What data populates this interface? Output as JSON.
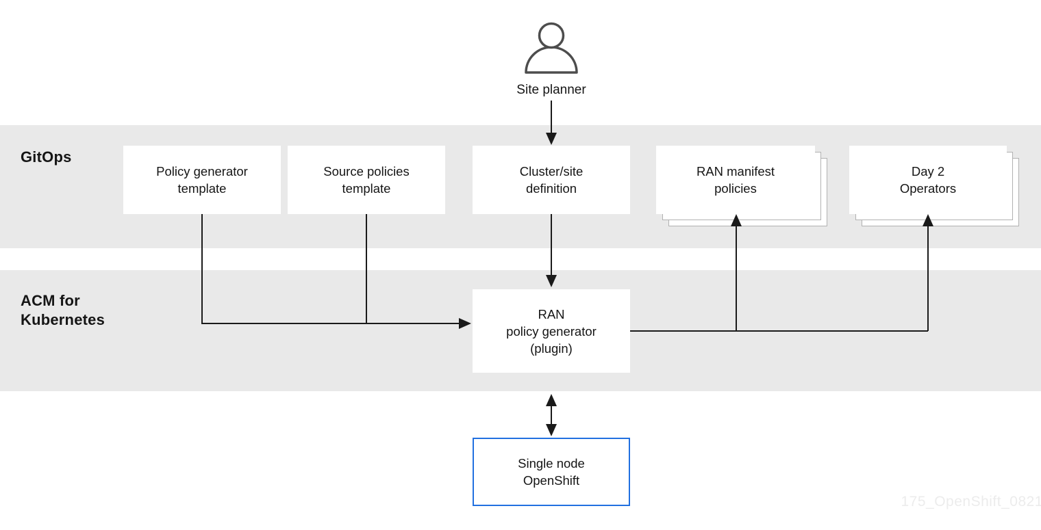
{
  "diagram": {
    "actor": {
      "label": "Site planner"
    },
    "lanes": {
      "gitops": {
        "label": "GitOps"
      },
      "acm": {
        "line1": "ACM for",
        "line2": "Kubernetes"
      }
    },
    "nodes": {
      "policy_generator_template": {
        "line1": "Policy generator",
        "line2": "template"
      },
      "source_policies_template": {
        "line1": "Source policies",
        "line2": "template"
      },
      "cluster_site_definition": {
        "line1": "Cluster/site",
        "line2": "definition"
      },
      "ran_manifest_policies": {
        "line1": "RAN manifest",
        "line2": "policies"
      },
      "day2_operators": {
        "line1": "Day 2",
        "line2": "Operators"
      },
      "ran_policy_generator": {
        "line1": "RAN",
        "line2": "policy generator",
        "line3": "(plugin)"
      },
      "single_node_openshift": {
        "line1": "Single node",
        "line2": "OpenShift"
      }
    },
    "watermark": "175_OpenShift_0821",
    "colors": {
      "band_gray": "#e9e9e9",
      "line_black": "#1a1a1a",
      "text": "#151515",
      "stack_layer_border": "#b1b1b1",
      "accent_blue": "#2170e0",
      "person_icon_gray": "#4d4d4d",
      "watermark_gray": "#ececec"
    }
  }
}
